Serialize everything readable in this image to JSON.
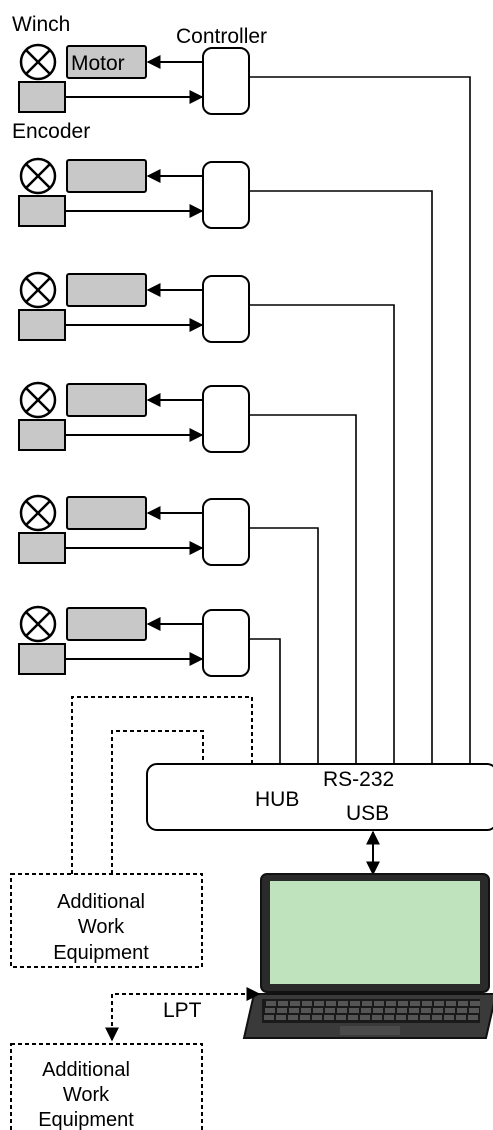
{
  "labels": {
    "winch": "Winch",
    "motor": "Motor",
    "controller": "Controller",
    "encoder": "Encoder",
    "hub": "HUB",
    "rs232": "RS-232",
    "usb": "USB",
    "lpt": "LPT",
    "equipment1_line1": "Additional",
    "equipment1_line2": "Work",
    "equipment1_line3": "Equipment",
    "equipment2_line1": "Additional",
    "equipment2_line2": "Work",
    "equipment2_line3": "Equipment"
  },
  "units": {
    "count": 6
  },
  "colors": {
    "block_fill": "#c8c8c8",
    "screen_fill": "#bfe3bd",
    "laptop_body": "#2a2a2a",
    "stroke": "#000000"
  }
}
